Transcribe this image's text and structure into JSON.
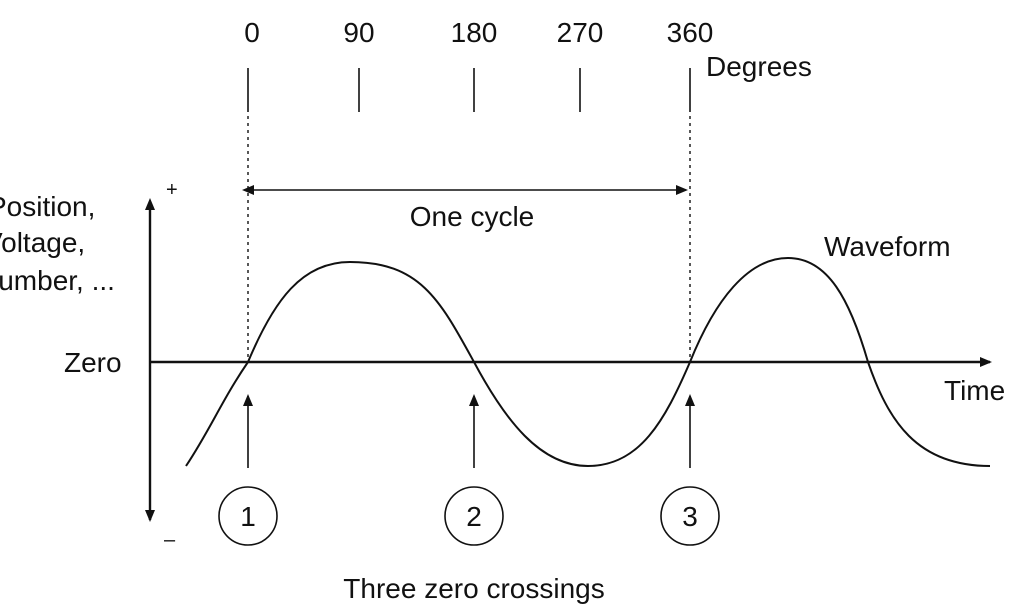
{
  "degrees": {
    "ticks": [
      "0",
      "90",
      "180",
      "270",
      "360"
    ],
    "unit_label": "Degrees"
  },
  "cycle_label": "One cycle",
  "waveform_label": "Waveform",
  "time_label": "Time",
  "zero_label": "Zero",
  "y_axis": {
    "lines": [
      "Position,",
      "Voltage,",
      "Number, ..."
    ],
    "plus": "+",
    "minus": "–"
  },
  "crossings": {
    "markers": [
      "1",
      "2",
      "3"
    ],
    "caption": "Three zero crossings"
  }
}
